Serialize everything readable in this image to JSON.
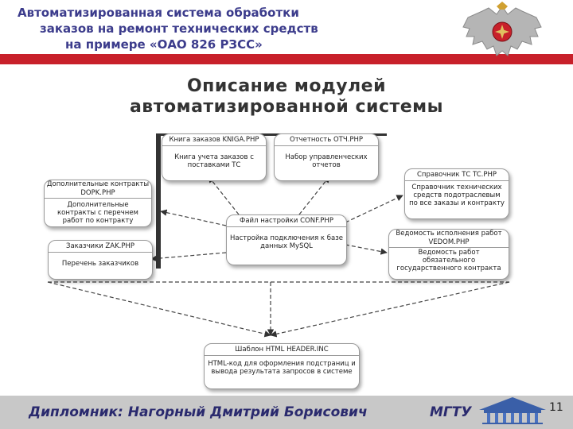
{
  "header": {
    "title_lines": [
      "Автоматизированная система обработки",
      "заказов на ремонт технических средств",
      "на примере «ОАО 826 РЗСС»"
    ],
    "emblem_icon": "double-headed-eagle-emblem-icon"
  },
  "slide": {
    "title_line1": "Описание модулей",
    "title_line2": "автоматизированной системы"
  },
  "modules": {
    "knizaka": {
      "header": "Книга заказов KNIGA.PHP",
      "body": "Книга учета заказов с поставками ТС"
    },
    "otchet": {
      "header": "Отчетность OTЧ.PHP",
      "body": "Набор управленческих отчетов"
    },
    "sprav": {
      "header": "Справочник ТС TC.PHP",
      "body": "Справочник технических средств подотраслевым по все заказы и контракту"
    },
    "dopk": {
      "header": "Дополнительные контракты DOPK.PHP",
      "body": "Дополнительные контракты с перечнем работ по контракту"
    },
    "conf": {
      "header": "Файл настройки CONF.PHP",
      "body": "Настройка подключения к базе данных MySQL"
    },
    "vedom": {
      "header": "Ведомость исполнения работ VEDOM.PHP",
      "body": "Ведомость работ обязательного государственного контракта"
    },
    "zak": {
      "header": "Заказчики ZAK.PHP",
      "body": "Перечень заказчиков"
    },
    "header_tpl": {
      "header": "Шаблон HTML HEADER.INC",
      "body": "HTML-код для оформления подстраниц и вывода результата запросов в системе"
    }
  },
  "footer": {
    "name": "Дипломник: Нагорный Дмитрий Борисович",
    "org": "МГТУ",
    "page_number": "11",
    "logo_icon": "university-building-logo-icon"
  },
  "colors": {
    "header_text": "#3c3c8c",
    "red_band": "#c8202a",
    "footer_band": "#c8c8c8",
    "footer_text": "#2a2a6e"
  }
}
